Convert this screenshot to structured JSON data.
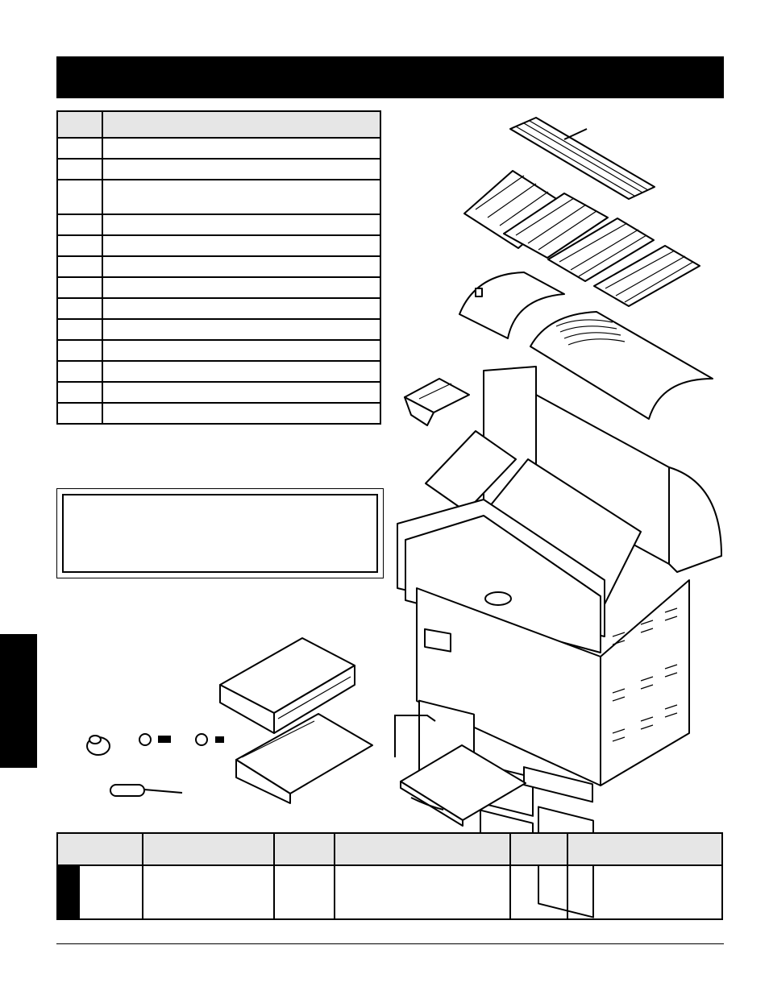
{
  "header": {
    "title": ""
  },
  "side_tab": {
    "label": ""
  },
  "parts_table": {
    "headers": [
      "",
      ""
    ],
    "rows": [
      [
        "",
        ""
      ],
      [
        "",
        ""
      ],
      [
        "",
        ""
      ],
      [
        "",
        ""
      ],
      [
        "",
        ""
      ],
      [
        "",
        ""
      ],
      [
        "",
        ""
      ],
      [
        "",
        ""
      ],
      [
        "",
        ""
      ],
      [
        "",
        ""
      ],
      [
        "",
        ""
      ],
      [
        "",
        ""
      ],
      [
        "",
        ""
      ]
    ]
  },
  "note": {
    "text": ""
  },
  "info_table": {
    "headers": [
      "",
      "",
      "",
      "",
      "",
      ""
    ],
    "row": [
      "",
      "",
      "",
      "",
      "",
      ""
    ]
  },
  "illustration": {
    "items": [
      "cooking-grates",
      "flame-tamers",
      "grill-hoods",
      "smoker-box",
      "grill-cart",
      "side-shelves",
      "drip-tray",
      "meat-probe",
      "screws",
      "screwdriver",
      "knob-cap"
    ]
  }
}
